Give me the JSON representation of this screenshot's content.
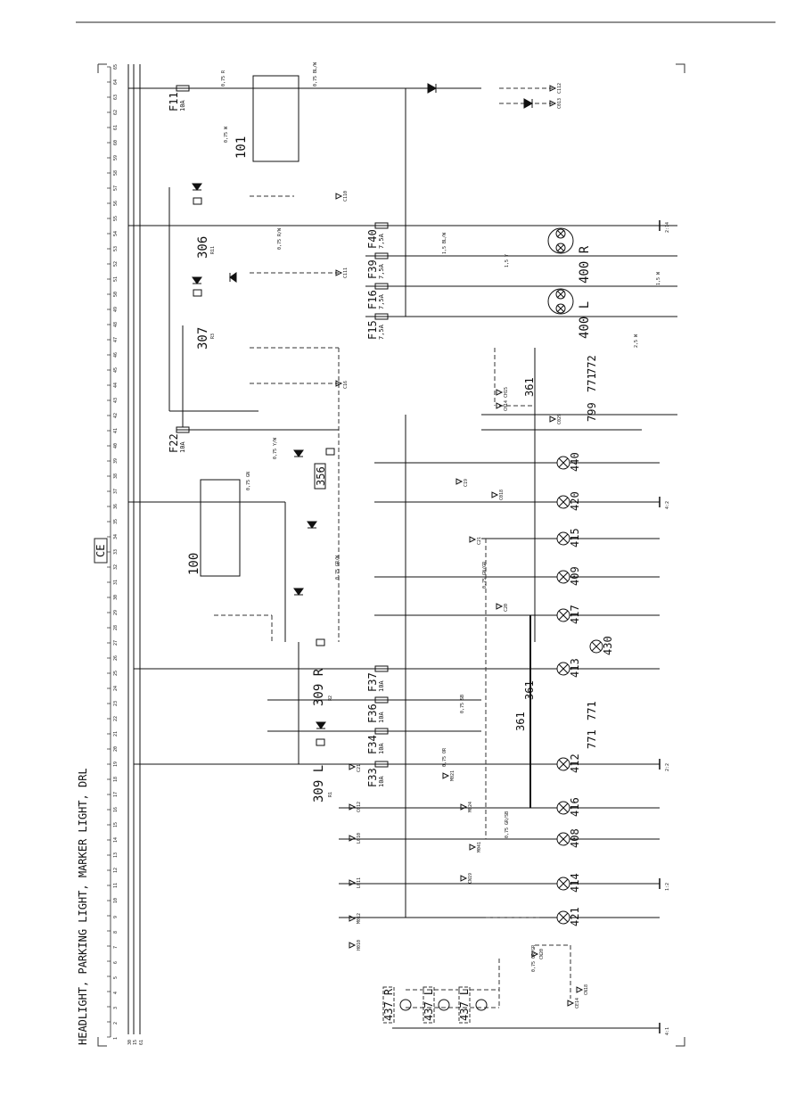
{
  "title": "HEADLIGHT, PARKING LIGHT, MARKER LIGHT, DRL",
  "region_code": "CE",
  "supply_rails": [
    "30",
    "15",
    "61"
  ],
  "columns": [
    "1",
    "2",
    "3",
    "4",
    "5",
    "6",
    "7",
    "8",
    "9",
    "10",
    "11",
    "12",
    "13",
    "14",
    "15",
    "16",
    "17",
    "18",
    "19",
    "20",
    "21",
    "22",
    "23",
    "24",
    "25",
    "26",
    "27",
    "28",
    "29",
    "30",
    "31",
    "32",
    "33",
    "34",
    "35",
    "36",
    "37",
    "38",
    "39",
    "40",
    "41",
    "42",
    "43",
    "44",
    "45",
    "46",
    "47",
    "48",
    "49",
    "50",
    "51",
    "52",
    "53",
    "54",
    "55",
    "56",
    "57",
    "58",
    "59",
    "60",
    "61",
    "62",
    "63",
    "64",
    "65"
  ],
  "fuses": [
    {
      "id": "F11",
      "rating": "10A"
    },
    {
      "id": "F40",
      "rating": "7,5A"
    },
    {
      "id": "F39",
      "rating": "7,5A"
    },
    {
      "id": "F16",
      "rating": "7,5A"
    },
    {
      "id": "F15",
      "rating": "7,5A"
    },
    {
      "id": "F22",
      "rating": "10A"
    },
    {
      "id": "F37",
      "rating": "10A"
    },
    {
      "id": "F36",
      "rating": "10A"
    },
    {
      "id": "F34",
      "rating": "10A"
    },
    {
      "id": "F33",
      "rating": "10A"
    }
  ],
  "relays": [
    {
      "id": "306",
      "code": "R11"
    },
    {
      "id": "307",
      "code": "R3"
    },
    {
      "id": "309 R",
      "code": "R2"
    },
    {
      "id": "309 L",
      "code": "R1"
    },
    {
      "id": "356",
      "code": ""
    }
  ],
  "switches": [
    {
      "id": "101"
    },
    {
      "id": "100"
    }
  ],
  "lamps_upper": [
    {
      "id": "400 R"
    },
    {
      "id": "400 L"
    }
  ],
  "lamps_lower": [
    {
      "id": "440"
    },
    {
      "id": "420"
    },
    {
      "id": "415"
    },
    {
      "id": "409"
    },
    {
      "id": "417"
    },
    {
      "id": "413"
    },
    {
      "id": "430"
    },
    {
      "id": "412"
    },
    {
      "id": "416"
    },
    {
      "id": "408"
    },
    {
      "id": "414"
    },
    {
      "id": "421"
    }
  ],
  "lamps_left": [
    {
      "id": "437 R"
    },
    {
      "id": "437 L"
    },
    {
      "id": "437 L"
    }
  ],
  "connectors": [
    {
      "id": "361"
    },
    {
      "id": "361"
    },
    {
      "id": "361"
    },
    {
      "id": "771"
    },
    {
      "id": "771"
    },
    {
      "id": "771"
    },
    {
      "id": "799"
    },
    {
      "id": "772"
    }
  ],
  "wire_labels": [
    "0,75 R",
    "0,75 BL/W",
    "1,5 BL/W",
    "0,75 W",
    "0,75 R/W",
    "1,5 Y",
    "0,75 Y/W",
    "0,75 GN",
    "0,75 SB",
    "0,75 OR",
    "0,75 GR/W",
    "0,75 GN/GR",
    "1,5 W",
    "2,5 W",
    "0,75 GR/SB",
    "0,75 OR/GR"
  ],
  "references": [
    "C112",
    "C110",
    "C111",
    "C16",
    "C19",
    "C20",
    "C21",
    "C012",
    "L010",
    "L011",
    "M012",
    "M021",
    "M024",
    "M041",
    "H010",
    "CN19",
    "CN20",
    "CN18",
    "C013",
    "CH14",
    "CH15",
    "C018",
    "C029",
    "C21",
    "CE14"
  ],
  "grounds": [
    "4:1",
    "2:2",
    "1:2",
    "2:14",
    "4:2"
  ],
  "colors": {
    "ink": "#111111",
    "paper": "#ffffff",
    "dashed": "#333333"
  }
}
